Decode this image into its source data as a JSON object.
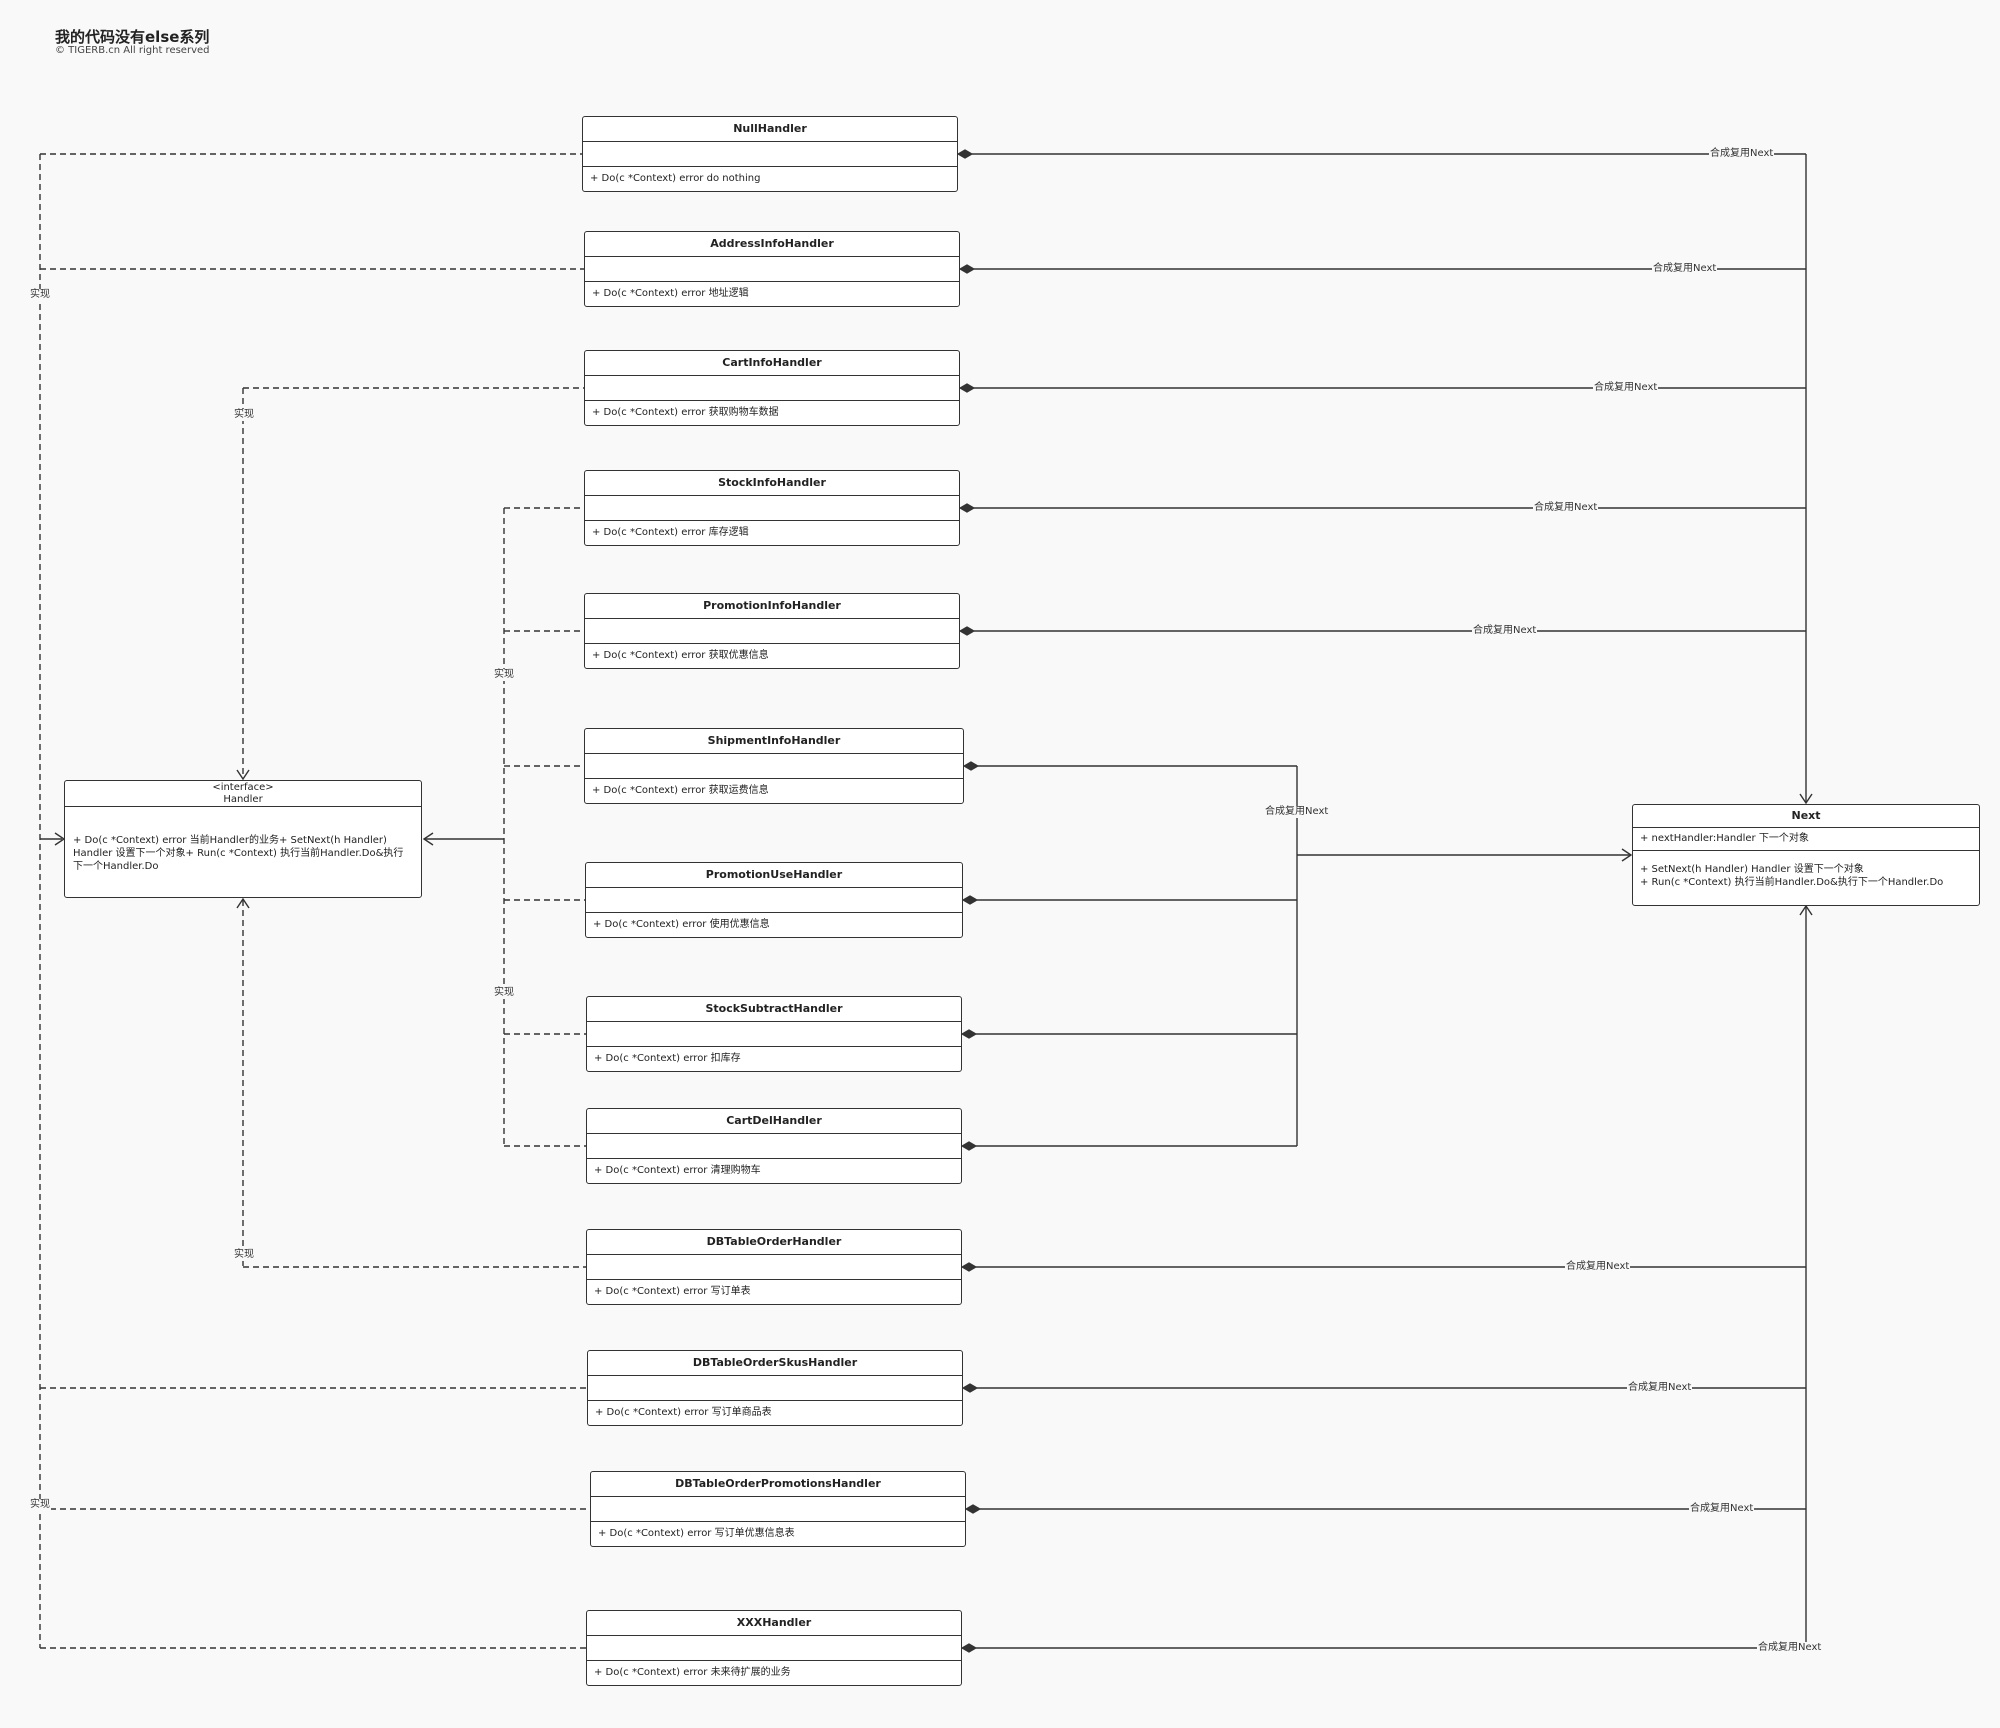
{
  "header": {
    "title": "我的代码没有else系列",
    "subtitle": "© TIGERB.cn All right reserved"
  },
  "interface": {
    "stereotype": "<interface>",
    "name": "Handler",
    "methods": "+ Do(c *Context) error 当前Handler的业务+ SetNext(h Handler) Handler 设置下一个对象+ Run(c *Context) 执行当前Handler.Do&执行下一个Handler.Do"
  },
  "next_class": {
    "name": "Next",
    "attribute": "+ nextHandler:Handler   下一个对象",
    "methods": [
      "+ SetNext(h Handler) Handler 设置下一个对象",
      "+ Run(c *Context) 执行当前Handler.Do&执行下一个Handler.Do"
    ]
  },
  "handlers": [
    {
      "name": "NullHandler",
      "op": "+ Do(c *Context) error do nothing"
    },
    {
      "name": "AddressInfoHandler",
      "op": "+ Do(c *Context) error 地址逻辑"
    },
    {
      "name": "CartInfoHandler",
      "op": "+ Do(c *Context) error 获取购物车数据"
    },
    {
      "name": "StockInfoHandler",
      "op": "+ Do(c *Context) error 库存逻辑"
    },
    {
      "name": "PromotionInfoHandler",
      "op": "+ Do(c *Context) error 获取优惠信息"
    },
    {
      "name": "ShipmentInfoHandler",
      "op": "+ Do(c *Context) error 获取运费信息"
    },
    {
      "name": "PromotionUseHandler",
      "op": "+ Do(c *Context) error 使用优惠信息"
    },
    {
      "name": "StockSubtractHandler",
      "op": "+ Do(c *Context) error 扣库存"
    },
    {
      "name": "CartDelHandler",
      "op": "+ Do(c *Context) error 清理购物车"
    },
    {
      "name": "DBTableOrderHandler",
      "op": "+ Do(c *Context) error 写订单表"
    },
    {
      "name": "DBTableOrderSkusHandler",
      "op": "+ Do(c *Context) error 写订单商品表"
    },
    {
      "name": "DBTableOrderPromotionsHandler",
      "op": "+ Do(c *Context) error 写订单优惠信息表"
    },
    {
      "name": "XXXHandler",
      "op": "+ Do(c *Context) error 未来待扩展的业务"
    }
  ],
  "labels": {
    "realize": "实现",
    "compose": "合成复用Next"
  }
}
